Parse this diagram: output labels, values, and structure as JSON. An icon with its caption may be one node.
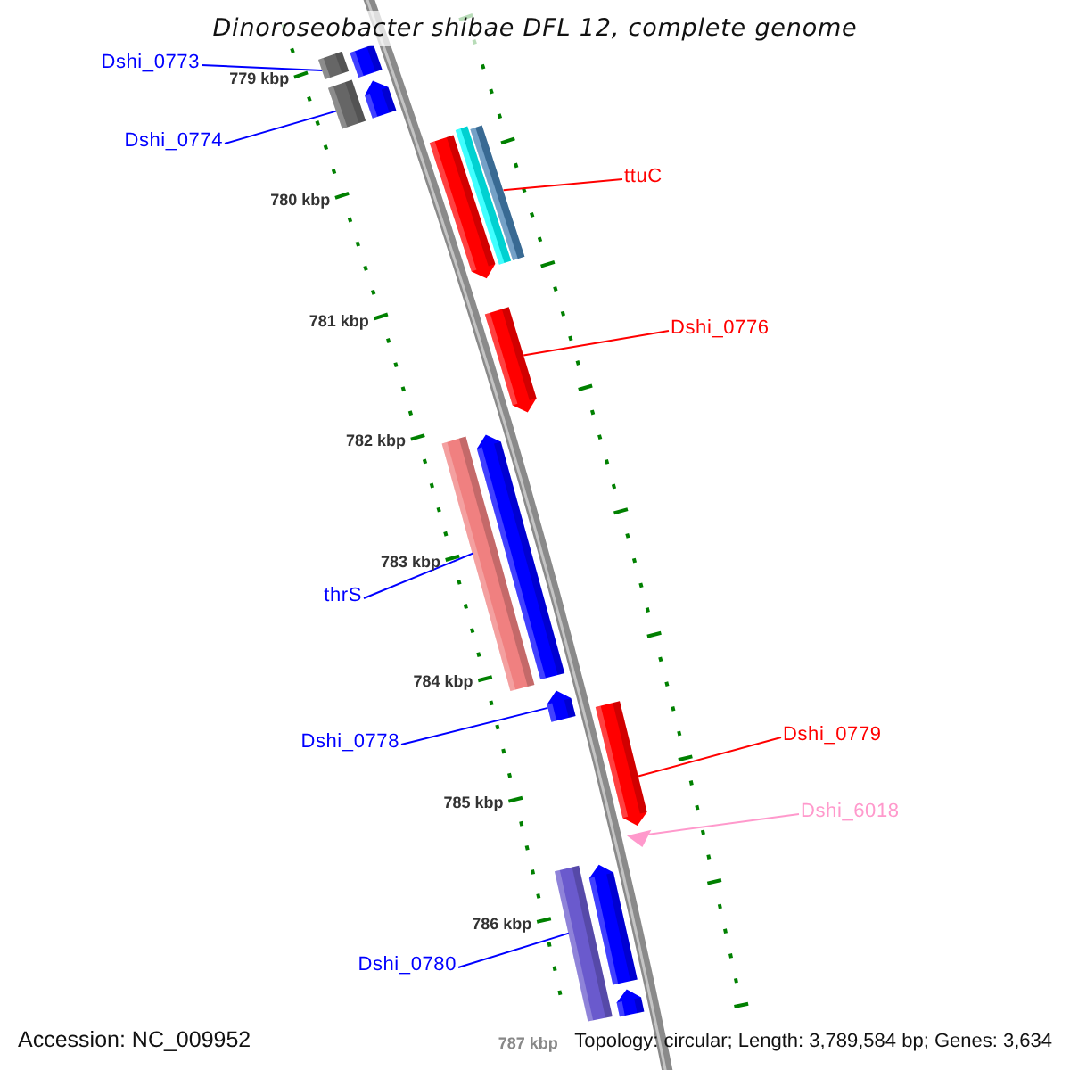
{
  "diagram": {
    "title": "Dinoroseobacter shibae DFL 12, complete genome",
    "nodes": [
      {
        "text": [
          "Dshi_0773"
        ]
      },
      {
        "text": [],
        "shape": "bar"
      },
      {
        "text": [],
        "shape": "bar"
      },
      {
        "text": [
          "Dshi_0774"
        ]
      },
      {
        "text": [],
        "shape": "bar"
      },
      {
        "text": [],
        "shape": "bar"
      },
      {
        "text": [
          "ttuC"
        ]
      },
      {
        "text": [],
        "shape": "bar"
      },
      {
        "text": [],
        "shape": "bar"
      },
      {
        "text": [],
        "shape": "bar"
      },
      {
        "text": [
          "Dshi_0776"
        ]
      },
      {
        "text": [],
        "shape": "bar"
      },
      {
        "text": [],
        "shape": "bar"
      },
      {
        "text": [],
        "shape": "bar"
      },
      {
        "text": [
          "thrS"
        ]
      },
      {
        "text": [
          "Dshi_0778"
        ]
      },
      {
        "text": [],
        "shape": "bar"
      },
      {
        "text": [
          "Dshi_0779"
        ]
      },
      {
        "text": [],
        "shape": "bar"
      },
      {
        "text": [
          "Dshi_6018"
        ]
      },
      {
        "text": [],
        "shape": "triangle"
      },
      {
        "text": [],
        "shape": "bar"
      },
      {
        "text": [],
        "shape": "bar"
      },
      {
        "text": [
          "Dshi_0780"
        ]
      },
      {
        "text": [],
        "shape": "bar"
      }
    ],
    "edges": [
      {
        "from": 0,
        "to": 1,
        "arrow": "none"
      },
      {
        "from": 3,
        "to": 4,
        "arrow": "none"
      },
      {
        "from": 6,
        "to": 9,
        "arrow": "none",
        "color": "#ff0000"
      },
      {
        "from": 10,
        "to": 11,
        "arrow": "none",
        "color": "#ff0000"
      },
      {
        "from": 14,
        "to": 12,
        "arrow": "none"
      },
      {
        "from": 15,
        "to": 16,
        "arrow": "none"
      },
      {
        "from": 17,
        "to": 18,
        "arrow": "none",
        "color": "#ff0000"
      },
      {
        "from": 19,
        "to": 20,
        "arrow": "none",
        "color": "#ff99cc"
      },
      {
        "from": 23,
        "to": 21,
        "arrow": "none"
      }
    ],
    "labels": [
      "779 kbp",
      "780 kbp",
      "781 kbp",
      "782 kbp",
      "783 kbp",
      "784 kbp",
      "785 kbp",
      "786 kbp",
      "787 kbp",
      "Accession: NC_009952",
      "Topology: circular; Length: 3,789,584 bp; Genes: 3,634"
    ]
  }
}
